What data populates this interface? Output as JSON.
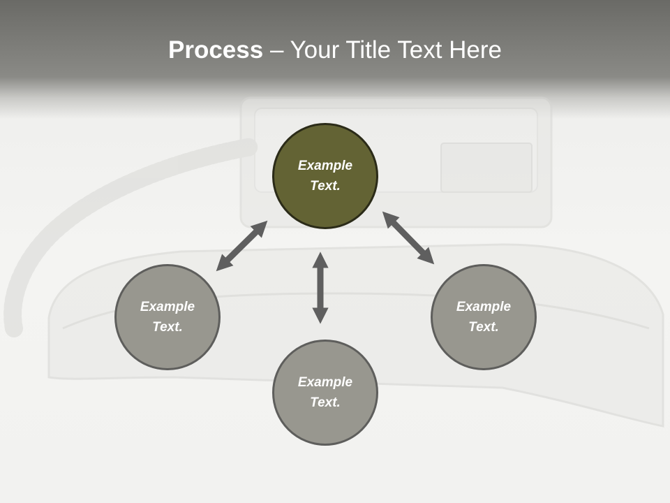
{
  "title": {
    "bold": "Process",
    "rest": " – Your Title Text Here"
  },
  "nodes": {
    "top": {
      "label": "Example\nText.",
      "fill": "#636334"
    },
    "left": {
      "label": "Example\nText.",
      "fill": "#98978f"
    },
    "right": {
      "label": "Example\nText.",
      "fill": "#98978f"
    },
    "bottom": {
      "label": "Example\nText.",
      "fill": "#98978f"
    }
  },
  "colors": {
    "header": "#6a6a66",
    "arrow": "#5f5f5f",
    "node_border": "#5e5e5c"
  },
  "icons": [
    "double-arrow-icon"
  ]
}
